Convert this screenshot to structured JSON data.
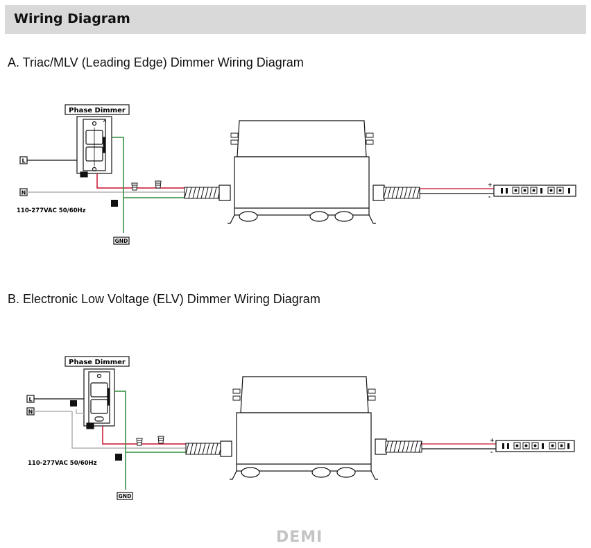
{
  "header": {
    "title": "Wiring Diagram"
  },
  "diagrams": [
    {
      "id": "a",
      "title": "A. Triac/MLV (Leading Edge) Dimmer Wiring Diagram",
      "dimmer_label": "Phase Dimmer",
      "line_label": "L",
      "neutral_label": "N",
      "voltage_label": "110-277VAC 50/60Hz",
      "ground_label": "GND",
      "plus_label": "+",
      "minus_label": "-"
    },
    {
      "id": "b",
      "title": "B. Electronic Low Voltage (ELV) Dimmer Wiring Diagram",
      "dimmer_label": "Phase Dimmer",
      "line_label": "L",
      "neutral_label": "N",
      "voltage_label": "110-277VAC 50/60Hz",
      "ground_label": "GND",
      "plus_label": "+",
      "minus_label": "-"
    }
  ],
  "watermark": "DEMI",
  "colors": {
    "hot": "#c8102e",
    "neutral": "#b0b0b0",
    "ground": "#2e8b3a",
    "outline": "#111111",
    "header_bg": "#d9d9d9"
  }
}
